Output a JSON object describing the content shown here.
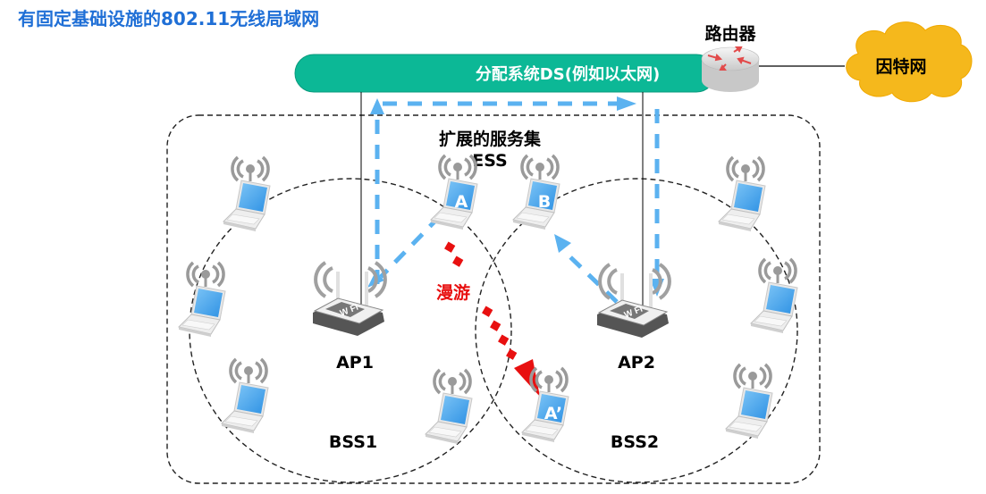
{
  "title": "有固定基础设施的802.11无线局域网",
  "router": {
    "label": "路由器",
    "icon": "router-icon"
  },
  "internet": {
    "label": "因特网",
    "color": "#f5b81c",
    "icon": "cloud-icon"
  },
  "distribution_system": {
    "label": "分配系统DS(例如以太网)",
    "color": "#0cb896"
  },
  "ess": {
    "label_line1": "扩展的服务集",
    "label_line2": "ESS"
  },
  "access_points": [
    {
      "label": "AP1",
      "bss": "BSS1"
    },
    {
      "label": "AP2",
      "bss": "BSS2"
    }
  ],
  "stations": {
    "a": "A",
    "b": "B",
    "a_prime": "A’"
  },
  "roaming": {
    "label": "漫游",
    "color": "#e81010"
  },
  "colors": {
    "title": "#1f6fd6",
    "frame_arrow": "#5bb2f0",
    "laptop_screen": "#4aa8ee",
    "signal_gray": "#9a9a9a"
  }
}
